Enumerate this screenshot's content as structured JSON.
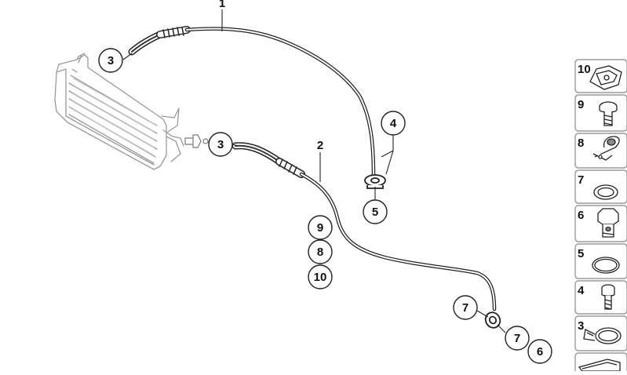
{
  "diagram": {
    "leader_labels": {
      "line1": "1",
      "line2": "2"
    },
    "callouts": {
      "c3_top": "3",
      "c3_mid": "3",
      "c4": "4",
      "c5": "5",
      "c9": "9",
      "c8": "8",
      "c10": "10",
      "c7_left": "7",
      "c7_right": "7",
      "c6": "6"
    }
  },
  "parts_column": {
    "cells": [
      {
        "num": "10",
        "icon": "spring-nut-icon"
      },
      {
        "num": "9",
        "icon": "screw-icon"
      },
      {
        "num": "8",
        "icon": "pipe-clip-icon"
      },
      {
        "num": "7",
        "icon": "gasket-ring-icon"
      },
      {
        "num": "6",
        "icon": "banjo-bolt-icon"
      },
      {
        "num": "5",
        "icon": "o-ring-icon"
      },
      {
        "num": "4",
        "icon": "socket-bolt-icon"
      },
      {
        "num": "3",
        "icon": "hose-clamp-icon"
      },
      {
        "num": "",
        "icon": "shim-plate-icon"
      }
    ]
  }
}
